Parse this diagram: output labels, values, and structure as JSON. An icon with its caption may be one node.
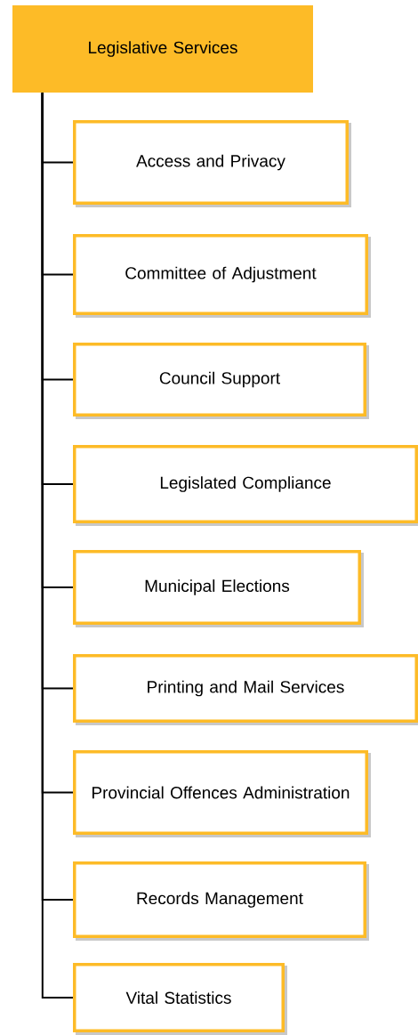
{
  "diagram": {
    "nodes": [
      {
        "text": [
          "Legislative Services"
        ]
      },
      {
        "text": [
          "Access and Privacy"
        ]
      },
      {
        "text": [
          "Committee of Adjustment"
        ]
      },
      {
        "text": [
          "Council Support"
        ]
      },
      {
        "text": [
          "Legislated Compliance"
        ]
      },
      {
        "text": [
          "Municipal Elections"
        ]
      },
      {
        "text": [
          "Printing and Mail Services"
        ]
      },
      {
        "text": [
          "Provincial Offences Administration"
        ]
      },
      {
        "text": [
          "Records Management"
        ]
      },
      {
        "text": [
          "Vital Statistics"
        ]
      }
    ],
    "edges": [
      {
        "from": 0,
        "to": 1,
        "arrow": "none"
      },
      {
        "from": 0,
        "to": 2,
        "arrow": "none"
      },
      {
        "from": 0,
        "to": 3,
        "arrow": "none"
      },
      {
        "from": 0,
        "to": 4,
        "arrow": "none"
      },
      {
        "from": 0,
        "to": 5,
        "arrow": "none"
      },
      {
        "from": 0,
        "to": 6,
        "arrow": "none"
      },
      {
        "from": 0,
        "to": 7,
        "arrow": "none"
      },
      {
        "from": 0,
        "to": 8,
        "arrow": "none"
      },
      {
        "from": 0,
        "to": 9,
        "arrow": "none"
      }
    ]
  }
}
